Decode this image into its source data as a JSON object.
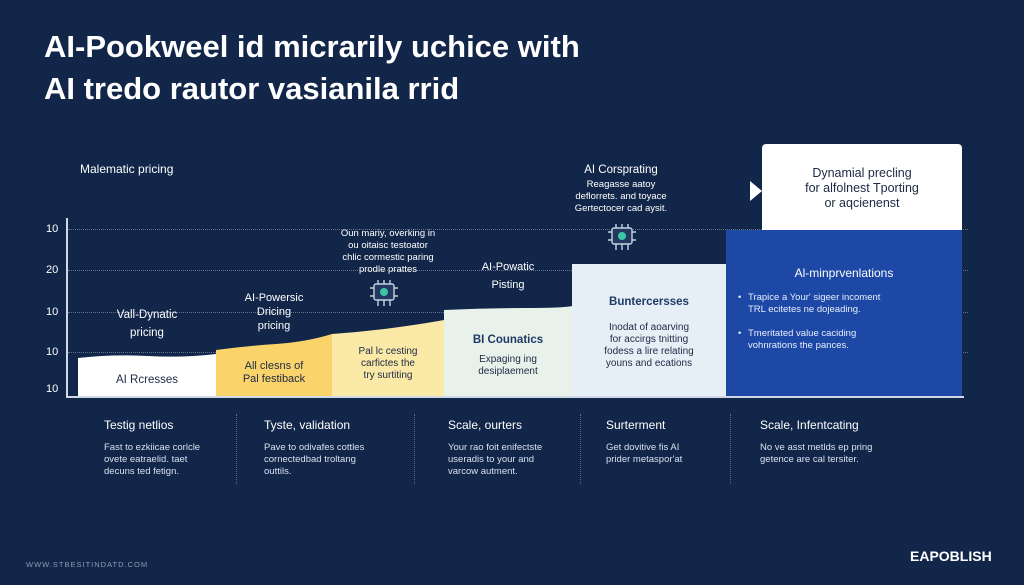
{
  "title": {
    "line1": "AI-Pookweel id micrarily uchice with",
    "line2": "AI tredo rautor vasianila rrid"
  },
  "axis_label": "Malematic pricing",
  "yticks": [
    "10",
    "20",
    "10",
    "10",
    "10"
  ],
  "steps": [
    {
      "inside": "AI Rcresses",
      "above_line1": "Vall-Dynatic",
      "above_line2": "pricing",
      "color": "#ffffff"
    },
    {
      "inside_line1": "All clesns of",
      "inside_line2": "Pal festiback",
      "above_line1": "AI-Powersic",
      "above_line2": "Dricing",
      "above_line3": "pricing",
      "color": "#fbd36b"
    },
    {
      "inside_line1": "Pal lc cesting",
      "inside_line2": "carfictes the",
      "inside_line3": "try surtiting",
      "above_line1": "Oun mariy, overking in",
      "above_line2": "ou oitaisc testoator",
      "above_line3": "chlic cormestic paring",
      "above_line4": "prodle prattes",
      "color": "#fbe9a8"
    },
    {
      "title": "BI Counatics",
      "inside_line1": "Expaging ing",
      "inside_line2": "desiplaement",
      "above_line1": "AI-Powatic",
      "above_line2": "Pisting",
      "color": "#e8f1ea"
    },
    {
      "title": "Buntercersses",
      "inside_line1": "Inodat of aoarving",
      "inside_line2": "for accirgs tnitting",
      "inside_line3": "fodess a lire relating",
      "inside_line4": "youns and ecations",
      "above_line1": "AI Corsprating",
      "above_line2": "Reagasse aatoy",
      "above_line3": "deflorrets. and toyace",
      "above_line4": "Gertectocer cad aysit.",
      "color": "#e6eef6"
    }
  ],
  "callout": {
    "line1": "Dynamial precling",
    "line2": "for alfolnest Tporting",
    "line3": "or aqcienenst"
  },
  "blue_panel": {
    "title": "Al-minprvenlations",
    "bullet1_line1": "Trapice a Your' sigeer incoment",
    "bullet1_line2": "TRL ecitetes ne dojeading.",
    "bullet2_line1": "Tmeritated value caciding",
    "bullet2_line2": "vohnrations the pances.",
    "color": "#1d48a5"
  },
  "bottom": [
    {
      "head": "Testig netlios",
      "desc1": "Fast to ezkiicae corlcle",
      "desc2": "ovete eatraelid. taet",
      "desc3": "decuns ted fetign."
    },
    {
      "head": "Tyste, validation",
      "desc1": "Pave to odivafes cottles",
      "desc2": "cornectedbad troltang",
      "desc3": "outtils."
    },
    {
      "head": "Scale, ourters",
      "desc1": "Your rao foit enifectste",
      "desc2": "useradis to your and",
      "desc3": "varcow autment."
    },
    {
      "head": "Surterment",
      "desc1": "Get dovitive fis AI",
      "desc2": "prider metaspor'at",
      "desc3": ""
    },
    {
      "head": "Scale, Infentcating",
      "desc1": "No ve asst metlds ep pring",
      "desc2": "getence are cal tersiter.",
      "desc3": ""
    }
  ],
  "footer": {
    "left": "WWW.STBESITINDATD.COM",
    "right": "EAPOBLISH"
  }
}
